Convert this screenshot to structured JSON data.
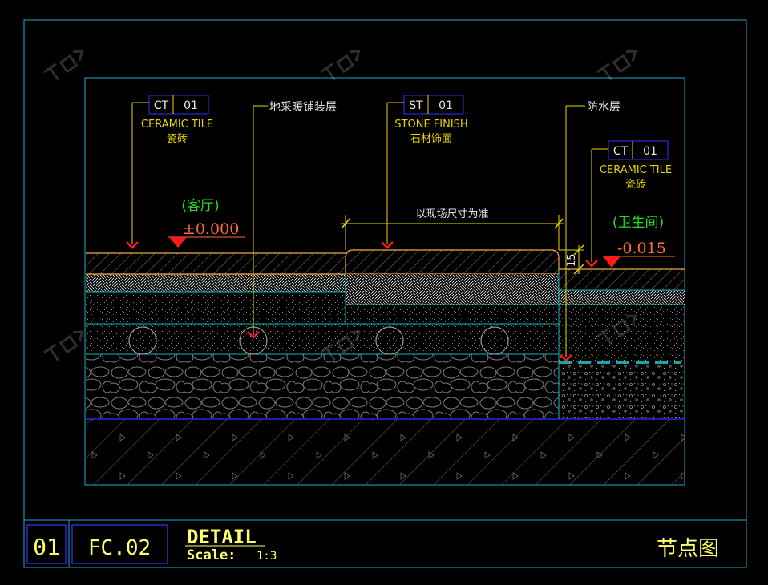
{
  "colors": {
    "background": "#000000",
    "frame": "#22a7c9",
    "leader": "#e8d400",
    "tag_box": "#2a2ad6",
    "tag_text": "#e6e6e6",
    "room": "#22dd22",
    "level": "#ff6a3a",
    "marker": "#ff1a1a",
    "slab_line": "#f2a93a",
    "layer_line": "#18b3b3",
    "base_line": "#2828e0",
    "hatch": "#7a7a7a",
    "title_text": "#fffe6a"
  },
  "callouts": {
    "left_tile": {
      "code": "CT",
      "num": "01",
      "name_en": "CERAMIC TILE",
      "name_cn": "瓷砖"
    },
    "heating": {
      "label": "地采暖铺装层"
    },
    "stone": {
      "code": "ST",
      "num": "01",
      "name_en": "STONE FINISH",
      "name_cn": "石材饰面"
    },
    "waterproof": {
      "label": "防水层"
    },
    "right_tile": {
      "code": "CT",
      "num": "01",
      "name_en": "CERAMIC TILE",
      "name_cn": "瓷砖"
    }
  },
  "rooms": {
    "living": {
      "name": "(客厅)",
      "level": "±0.000"
    },
    "bathroom": {
      "name": "(卫生间)",
      "level": "-0.015"
    }
  },
  "dimensions": {
    "stone_width": "以现场尺寸为准",
    "step_height": "15"
  },
  "title_block": {
    "number": "01",
    "sheet": "FC.02",
    "title": "DETAIL",
    "scale_label": "Scale:",
    "scale_value": "1:3",
    "name_cn": "节点图"
  },
  "icons": {
    "leader_arrow": "chevron-down-icon",
    "level_marker": "triangle-down-icon",
    "heating_pipe": "circle-icon"
  }
}
